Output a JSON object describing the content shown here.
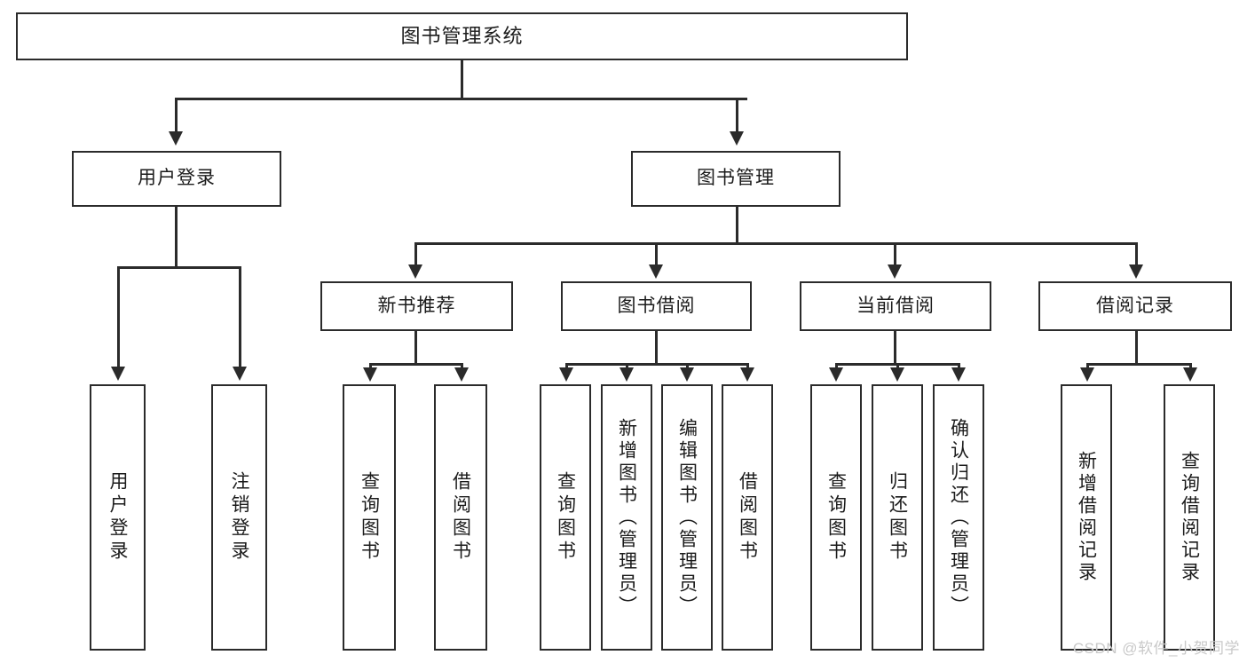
{
  "diagram": {
    "type": "tree-hierarchy",
    "title": "图书管理系统",
    "root": {
      "label": "图书管理系统"
    },
    "level2": [
      {
        "id": "user-login",
        "label": "用户登录"
      },
      {
        "id": "book-management",
        "label": "图书管理"
      }
    ],
    "level3": [
      {
        "id": "new-book-recommend",
        "label": "新书推荐"
      },
      {
        "id": "book-borrow",
        "label": "图书借阅"
      },
      {
        "id": "current-borrow",
        "label": "当前借阅"
      },
      {
        "id": "borrow-record",
        "label": "借阅记录"
      }
    ],
    "leaves": [
      {
        "id": "leaf-user-login",
        "label": "用户登录"
      },
      {
        "id": "leaf-logout",
        "label": "注销登录"
      },
      {
        "id": "leaf-query-book-1",
        "label": "查询图书"
      },
      {
        "id": "leaf-borrow-book-1",
        "label": "借阅图书"
      },
      {
        "id": "leaf-query-book-2",
        "label": "查询图书"
      },
      {
        "id": "leaf-add-book",
        "label": "新增图书（管理员）"
      },
      {
        "id": "leaf-edit-book",
        "label": "编辑图书（管理员）"
      },
      {
        "id": "leaf-borrow-book-2",
        "label": "借阅图书"
      },
      {
        "id": "leaf-query-book-3",
        "label": "查询图书"
      },
      {
        "id": "leaf-return-book",
        "label": "归还图书"
      },
      {
        "id": "leaf-confirm-return",
        "label": "确认归还（管理员）"
      },
      {
        "id": "leaf-add-record",
        "label": "新增借阅记录"
      },
      {
        "id": "leaf-query-record",
        "label": "查询借阅记录"
      }
    ]
  },
  "watermark": {
    "text": "CSDN @软件_小贺同学"
  },
  "colors": {
    "stroke": "#2b2b2b",
    "background": "#ffffff",
    "text": "#1b1b1b",
    "watermark": "#c9c9c9"
  }
}
